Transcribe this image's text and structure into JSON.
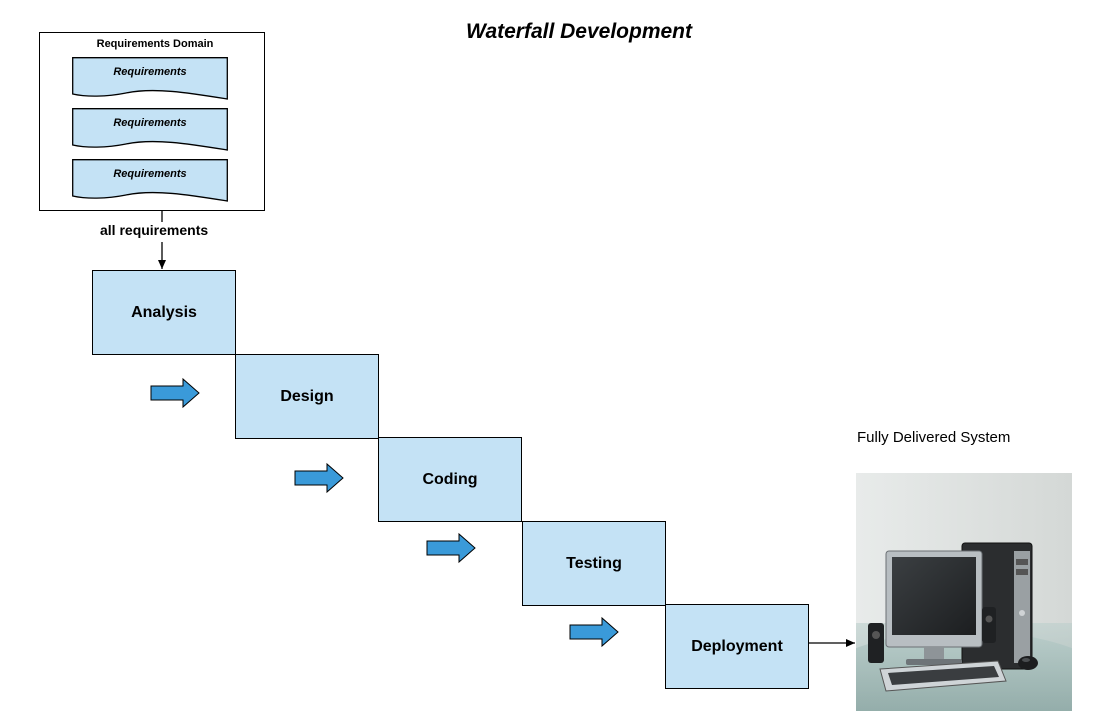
{
  "diagram": {
    "title": "Waterfall Development",
    "requirements_domain": {
      "label": "Requirements Domain",
      "documents": [
        "Requirements",
        "Requirements",
        "Requirements"
      ]
    },
    "flow_label": "all requirements",
    "stages": [
      "Analysis",
      "Design",
      "Coding",
      "Testing",
      "Deployment"
    ],
    "output": {
      "label": "Fully Delivered System",
      "image_subject": "desktop computer with monitor, tower, keyboard, mouse and speakers"
    },
    "colors": {
      "stage_fill": "#c4e2f5",
      "document_fill": "#c4e2f5",
      "arrow_fill": "#3a9ad9",
      "stroke": "#000000"
    }
  }
}
